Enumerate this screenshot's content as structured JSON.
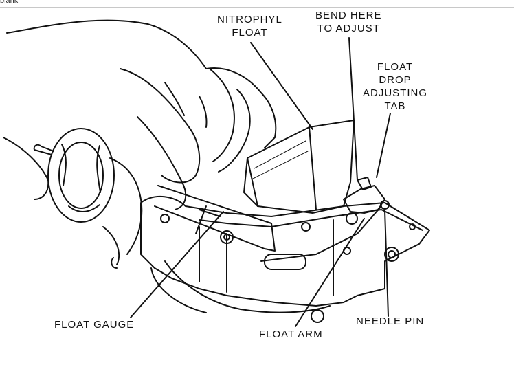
{
  "page": {
    "topbar_text": "blank"
  },
  "diagram": {
    "labels": {
      "nitrophyl_float": "NITROPHYL\nFLOAT",
      "bend_here": "BEND HERE\nTO ADJUST",
      "float_drop_tab": "FLOAT\nDROP\nADJUSTING\nTAB",
      "float_gauge": "FLOAT GAUGE",
      "float_arm": "FLOAT ARM",
      "needle_pin": "NEEDLE PIN"
    }
  }
}
